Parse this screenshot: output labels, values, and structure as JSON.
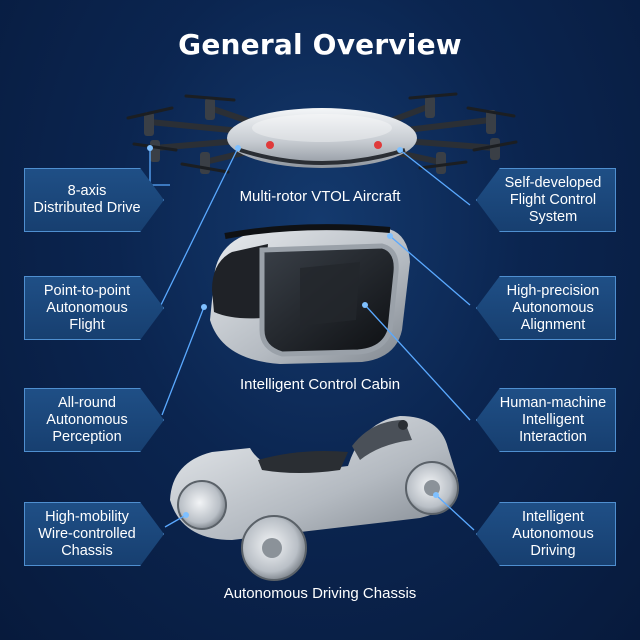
{
  "title": "General Overview",
  "components": {
    "aircraft": "Multi-rotor VTOL Aircraft",
    "cabin": "Intelligent Control Cabin",
    "chassis": "Autonomous Driving Chassis"
  },
  "left_labels": [
    "8-axis\nDistributed Drive",
    "Point-to-point\nAutonomous\nFlight",
    "All-round\nAutonomous\nPerception",
    "High-mobility\nWire-controlled\nChassis"
  ],
  "right_labels": [
    "Self-developed\nFlight Control\nSystem",
    "High-precision\nAutonomous\nAlignment",
    "Human-machine\nIntelligent\nInteraction",
    "Intelligent\nAutonomous\nDriving"
  ],
  "colors": {
    "background": "#0b2550",
    "box_fill": "#1d4a80",
    "box_border": "#4f8fd0",
    "connector": "#5aa9ff"
  }
}
